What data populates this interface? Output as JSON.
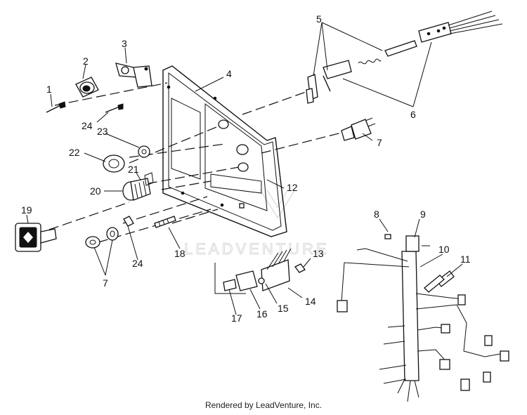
{
  "watermark": "LEADVENTURE",
  "footer": "Rendered by LeadVenture, Inc.",
  "callouts": [
    "1",
    "2",
    "3",
    "4",
    "5",
    "6",
    "7",
    "7",
    "8",
    "9",
    "10",
    "11",
    "12",
    "13",
    "14",
    "15",
    "16",
    "17",
    "18",
    "19",
    "20",
    "21",
    "22",
    "23",
    "24",
    "24"
  ]
}
